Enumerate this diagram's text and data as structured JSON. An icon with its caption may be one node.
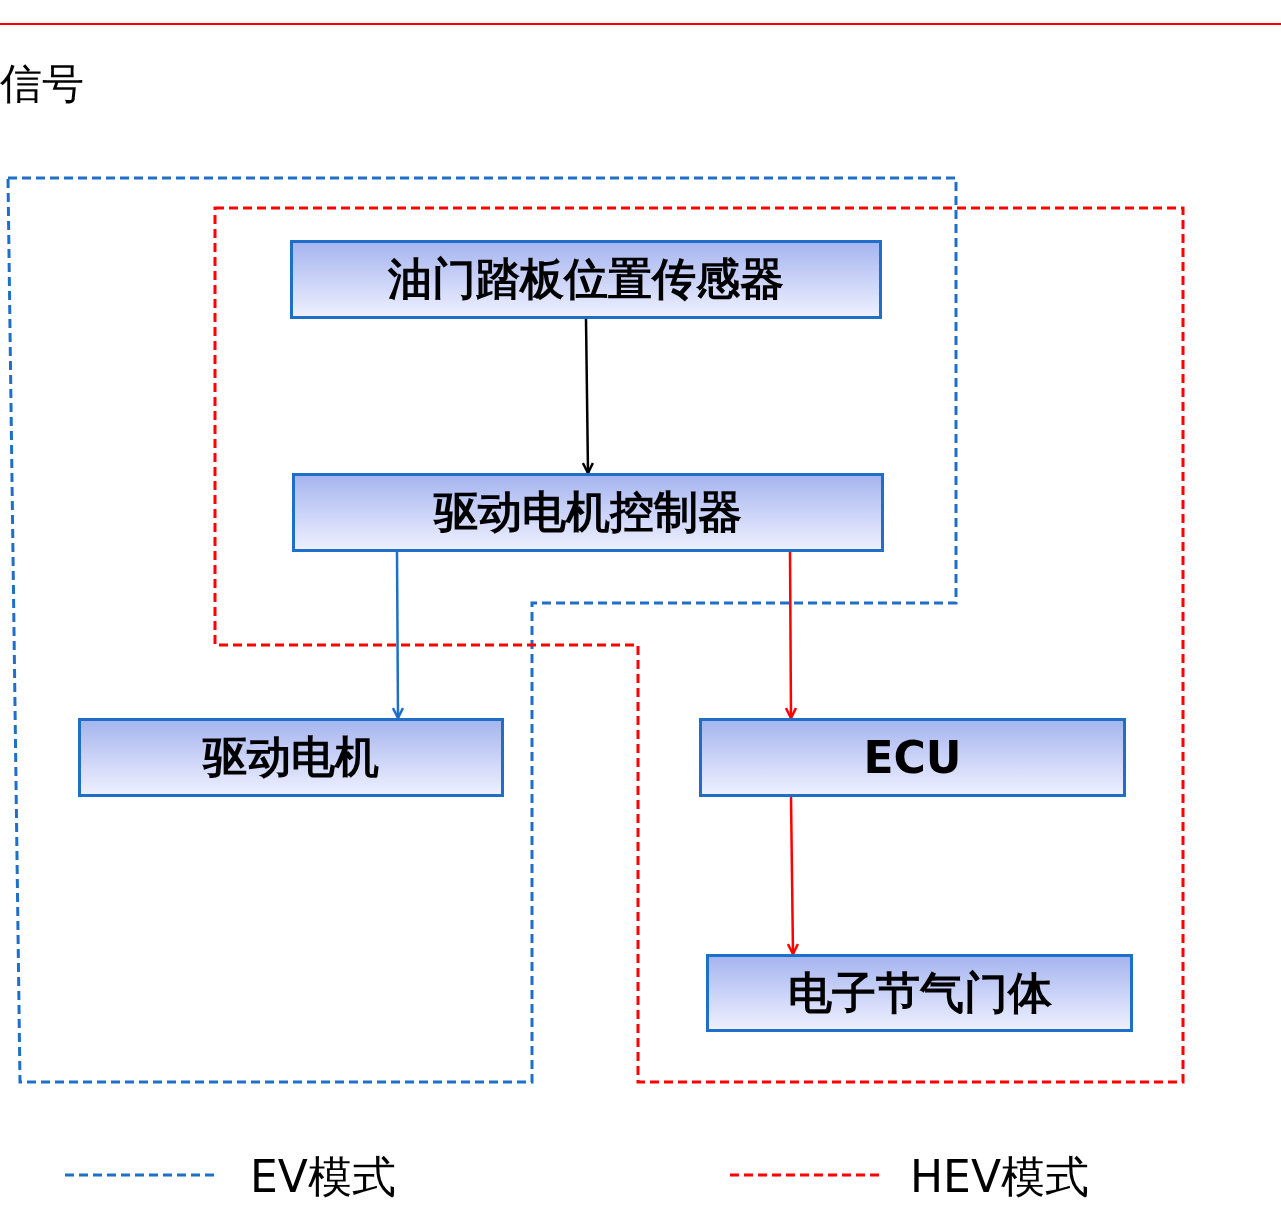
{
  "diagram": {
    "nodes": [
      {
        "text": [
          "油门踏板位置传感器"
        ]
      },
      {
        "text": [
          "驱动电机控制器"
        ]
      },
      {
        "text": [
          "驱动电机"
        ]
      },
      {
        "text": [
          "ECU"
        ]
      },
      {
        "text": [
          "电子节气门体"
        ]
      }
    ],
    "edges": [
      {
        "from": 0,
        "to": 1,
        "arrow": "to",
        "color": "#000000"
      },
      {
        "from": 1,
        "to": 2,
        "arrow": "to",
        "color": "#1f6fc8"
      },
      {
        "from": 1,
        "to": 3,
        "arrow": "to",
        "color": "#ff0000"
      },
      {
        "from": 3,
        "to": 4,
        "arrow": "to",
        "color": "#ff0000"
      }
    ],
    "labels": [
      "信号"
    ],
    "legend": [
      {
        "text": "EV模式"
      },
      {
        "text": "HEV模式"
      }
    ]
  }
}
